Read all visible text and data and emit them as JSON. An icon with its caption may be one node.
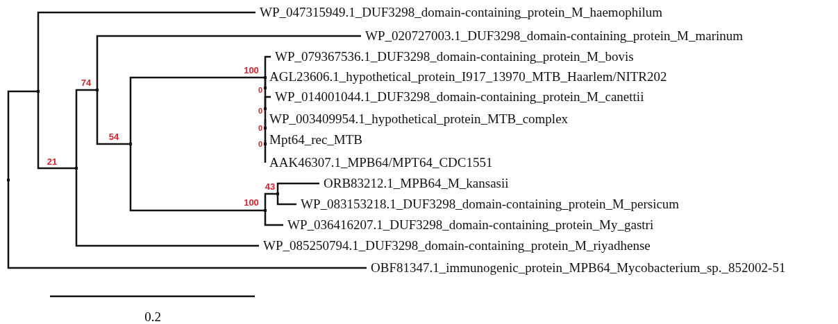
{
  "diagram": {
    "nodes": [
      {
        "text": [],
        "shape": "point"
      },
      {
        "text": [],
        "shape": "point"
      },
      {
        "text": [
          "WP_047315949.1_DUF3298_domain-containing_protein_M_haemophilum"
        ]
      },
      {
        "text": [],
        "shape": "point",
        "beside": [
          "21"
        ]
      },
      {
        "text": [],
        "shape": "point",
        "beside": [
          "74"
        ]
      },
      {
        "text": [
          "WP_020727003.1_DUF3298_domain-containing_protein_M_marinum"
        ]
      },
      {
        "text": [],
        "shape": "point",
        "beside": [
          "54"
        ]
      },
      {
        "text": [],
        "shape": "point",
        "beside": [
          "100"
        ]
      },
      {
        "text": [
          "WP_079367536.1_DUF3298_domain-containing_protein_M_bovis"
        ]
      },
      {
        "text": [],
        "shape": "point",
        "beside": [
          "0"
        ]
      },
      {
        "text": [
          "AGL23606.1_hypothetical_protein_I917_13970_MTB_Haarlem/NITR202"
        ]
      },
      {
        "text": [],
        "shape": "point",
        "beside": [
          "0"
        ]
      },
      {
        "text": [
          "WP_014001044.1_DUF3298_domain-containing_protein_M_canettii"
        ]
      },
      {
        "text": [],
        "shape": "point",
        "beside": [
          "0"
        ]
      },
      {
        "text": [
          "WP_003409954.1_hypothetical_protein_MTB_complex"
        ]
      },
      {
        "text": [],
        "shape": "point",
        "beside": [
          "0"
        ]
      },
      {
        "text": [
          "Mpt64_rec_MTB"
        ]
      },
      {
        "text": [
          "AAK46307.1_MPB64/MPT64_CDC1551"
        ]
      },
      {
        "text": [],
        "shape": "point",
        "beside": [
          "100"
        ]
      },
      {
        "text": [],
        "shape": "point",
        "beside": [
          "43"
        ]
      },
      {
        "text": [
          "ORB83212.1_MPB64_M_kansasii"
        ]
      },
      {
        "text": [
          "WP_083153218.1_DUF3298_domain-containing_protein_M_persicum"
        ]
      },
      {
        "text": [
          "WP_036416207.1_DUF3298_domain-containing_protein_My_gastri"
        ]
      },
      {
        "text": [
          "WP_085250794.1_DUF3298_domain-containing_protein_M_riyadhense"
        ]
      },
      {
        "text": [
          "OBF81347.1_immunogenic_protein_MPB64_Mycobacterium_sp._852002-51"
        ]
      }
    ],
    "edges": [
      {
        "from": 0,
        "to": 1,
        "arrow": "none"
      },
      {
        "from": 0,
        "to": 24,
        "arrow": "none"
      },
      {
        "from": 1,
        "to": 2,
        "arrow": "none"
      },
      {
        "from": 1,
        "to": 3,
        "arrow": "none"
      },
      {
        "from": 3,
        "to": 4,
        "arrow": "none"
      },
      {
        "from": 3,
        "to": 23,
        "arrow": "none"
      },
      {
        "from": 4,
        "to": 5,
        "arrow": "none"
      },
      {
        "from": 4,
        "to": 6,
        "arrow": "none"
      },
      {
        "from": 6,
        "to": 7,
        "arrow": "none"
      },
      {
        "from": 6,
        "to": 18,
        "arrow": "none"
      },
      {
        "from": 7,
        "to": 8,
        "arrow": "none"
      },
      {
        "from": 7,
        "to": 9,
        "arrow": "none"
      },
      {
        "from": 9,
        "to": 10,
        "arrow": "none"
      },
      {
        "from": 9,
        "to": 11,
        "arrow": "none"
      },
      {
        "from": 11,
        "to": 12,
        "arrow": "none"
      },
      {
        "from": 11,
        "to": 13,
        "arrow": "none"
      },
      {
        "from": 13,
        "to": 14,
        "arrow": "none"
      },
      {
        "from": 13,
        "to": 15,
        "arrow": "none"
      },
      {
        "from": 15,
        "to": 16,
        "arrow": "none"
      },
      {
        "from": 15,
        "to": 17,
        "arrow": "none"
      },
      {
        "from": 18,
        "to": 19,
        "arrow": "none"
      },
      {
        "from": 18,
        "to": 22,
        "arrow": "none"
      },
      {
        "from": 19,
        "to": 20,
        "arrow": "none"
      },
      {
        "from": 19,
        "to": 21,
        "arrow": "none"
      }
    ],
    "labels": [
      "0.2"
    ]
  }
}
